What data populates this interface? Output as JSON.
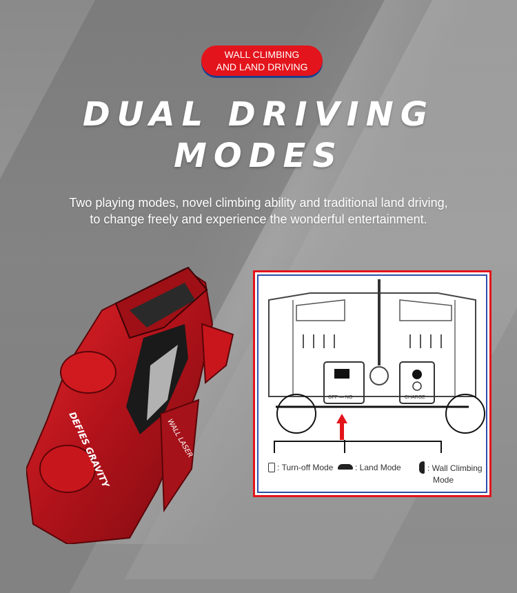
{
  "badge": {
    "line1": "WALL CLIMBING",
    "line2": "AND LAND DRIVING"
  },
  "title": {
    "line1": "DUAL DRIVING",
    "line2": "MODES"
  },
  "description": {
    "line1": "Two playing modes, novel climbing ability and traditional land driving,",
    "line2": "to change freely and experience the wonderful entertainment."
  },
  "car": {
    "text_brand": "DEFIES GRAVITY",
    "text_small": "WALL LASER"
  },
  "diagram": {
    "switch_label": "OFF — NO",
    "charge_label": "CHARGE",
    "legend": [
      {
        "icon": "rectangle-icon",
        "label": "Turn-off Mode"
      },
      {
        "icon": "car-icon",
        "label": "Land Mode"
      },
      {
        "icon": "wall-car-icon",
        "label_line1": "Wall Climbing",
        "label_line2": "Mode"
      }
    ]
  },
  "colors": {
    "accent": "#e3141b",
    "frame_blue": "#2a4fa8",
    "car_red": "#c4161c"
  }
}
